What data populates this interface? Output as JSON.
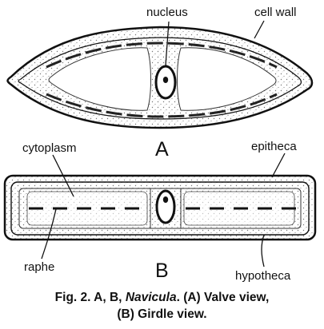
{
  "labels": {
    "nucleus": "nucleus",
    "cell_wall": "cell wall",
    "cytoplasm": "cytoplasm",
    "epitheca": "epitheca",
    "raphe": "raphe",
    "hypotheca": "hypotheca"
  },
  "panels": {
    "a": "A",
    "b": "B"
  },
  "caption": {
    "line1_prefix": "Fig. 2. A, B, ",
    "genus": "Navicula",
    "line1_suffix": ". (A) Valve view,",
    "line2": "(B) Girdle view."
  },
  "colors": {
    "ink": "#111111",
    "stipple": "#7a7a7a",
    "background": "#ffffff"
  }
}
